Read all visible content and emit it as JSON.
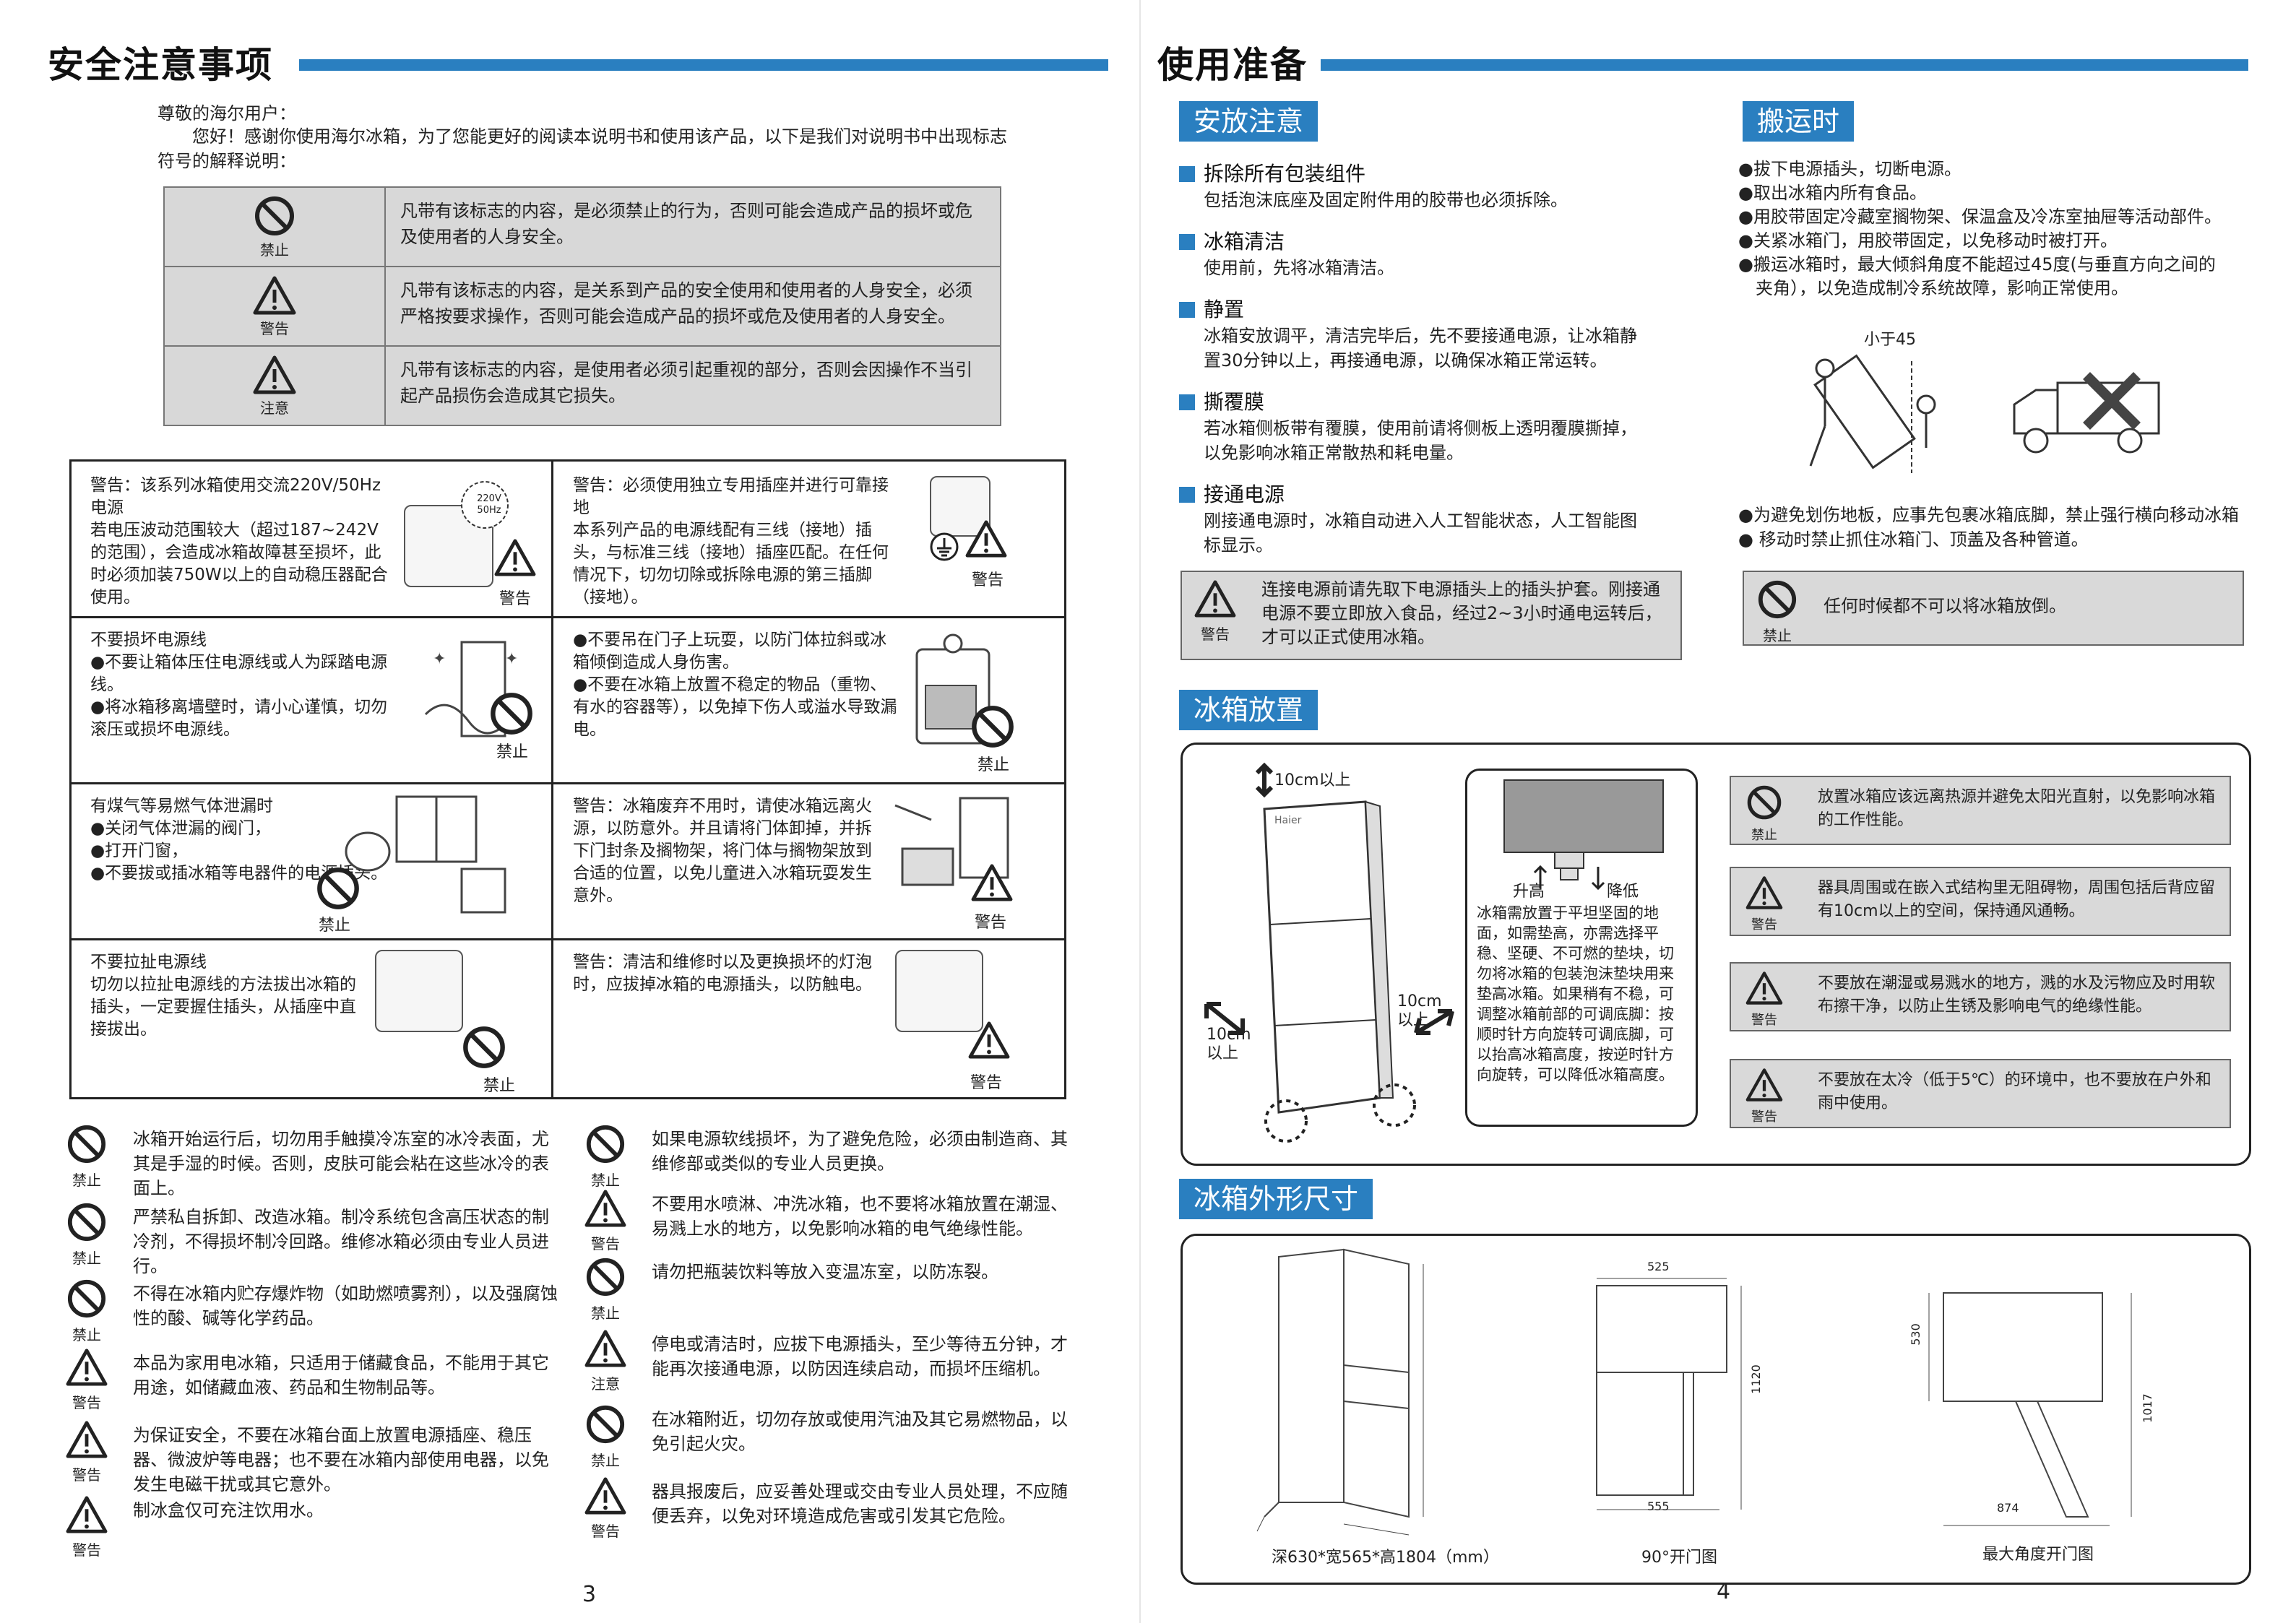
{
  "left": {
    "title": "安全注意事项",
    "greeting": "尊敬的海尔用户：",
    "intro": "您好！感谢你使用海尔冰箱，为了您能更好的阅读本说明书和使用该产品，以下是我们对说明书中出现标志符号的解释说明：",
    "legend": [
      {
        "label": "禁止",
        "text": "凡带有该标志的内容，是必须禁止的行为，否则可能会造成产品的损坏或危及使用者的人身安全。"
      },
      {
        "label": "警告",
        "text": "凡带有该标志的内容，是关系到产品的安全使用和使用者的人身安全，必须严格按要求操作，否则可能会造成产品的损坏或危及使用者的人身安全。"
      },
      {
        "label": "注意",
        "text": "凡带有该标志的内容，是使用者必须引起重视的部分，否则会因操作不当引起产品损伤会造成其它损失。"
      }
    ],
    "grid": [
      {
        "text": "警告：该系列冰箱使用交流220V/50Hz电源\n若电压波动范围较大（超过187~242V的范围），会造成冰箱故障甚至损坏，此时必须加装750W以上的自动稳压器配合使用。",
        "label": "警告",
        "plug": "220V 50Hz"
      },
      {
        "text": "警告：必须使用独立专用插座并进行可靠接地\n本系列产品的电源线配有三线（接地）插头，与标准三线（接地）插座匹配。在任何情况下，切勿切除或拆除电源的第三插脚（接地）。",
        "label": "警告"
      },
      {
        "text": "不要损坏电源线\n●不要让箱体压住电源线或人为踩踏电源线。\n●将冰箱移离墙壁时，请小心谨慎，切勿滚压或损坏电源线。",
        "label": "禁止"
      },
      {
        "text": "●不要吊在门子上玩耍，以防门体拉斜或冰箱倾倒造成人身伤害。\n●不要在冰箱上放置不稳定的物品（重物、有水的容器等），以免掉下伤人或溢水导致漏电。",
        "label": "禁止"
      },
      {
        "text": "有煤气等易燃气体泄漏时\n●关闭气体泄漏的阀门，\n●打开门窗，\n●不要拔或插冰箱等电器件的电源插头。",
        "label": "禁止"
      },
      {
        "text": "警告：冰箱废弃不用时，请使冰箱远离火源，以防意外。并且请将门体卸掉，并拆下门封条及搁物架，将门体与搁物架放到合适的位置，以免儿童进入冰箱玩耍发生意外。",
        "label": "警告"
      },
      {
        "text": "不要拉扯电源线\n切勿以拉扯电源线的方法拔出冰箱的插头，一定要握住插头，从插座中直接拔出。",
        "label": "禁止"
      },
      {
        "text": "警告：清洁和维修时以及更换损坏的灯泡时，应拔掉冰箱的电源插头，以防触电。",
        "label": "警告"
      }
    ],
    "bullets_left": [
      {
        "label": "禁止",
        "kind": "ban",
        "text": "冰箱开始运行后，切勿用手触摸冷冻室的冰冷表面，尤其是手湿的时候。否则，皮肤可能会粘在这些冰冷的表面上。"
      },
      {
        "label": "禁止",
        "kind": "ban",
        "text": "严禁私自拆卸、改造冰箱。制冷系统包含高压状态的制冷剂，不得损坏制冷回路。维修冰箱必须由专业人员进行。"
      },
      {
        "label": "禁止",
        "kind": "ban",
        "text": "不得在冰箱内贮存爆炸物（如助燃喷雾剂），以及强腐蚀性的酸、碱等化学药品。"
      },
      {
        "label": "警告",
        "kind": "warn",
        "text": "本品为家用电冰箱，只适用于储藏食品，不能用于其它用途，如储藏血液、药品和生物制品等。"
      },
      {
        "label": "警告",
        "kind": "warn",
        "text": "为保证安全，不要在冰箱台面上放置电源插座、稳压器、微波炉等电器；也不要在冰箱内部使用电器，以免发生电磁干扰或其它意外。"
      },
      {
        "label": "警告",
        "kind": "warn",
        "text": "制冰盒仅可充注饮用水。"
      }
    ],
    "bullets_right": [
      {
        "label": "禁止",
        "kind": "ban",
        "text": "如果电源软线损坏，为了避免危险，必须由制造商、其维修部或类似的专业人员更换。"
      },
      {
        "label": "警告",
        "kind": "warn",
        "text": "不要用水喷淋、冲洗冰箱，也不要将冰箱放置在潮湿、易溅上水的地方，以免影响冰箱的电气绝缘性能。"
      },
      {
        "label": "禁止",
        "kind": "ban",
        "text": "请勿把瓶装饮料等放入变温冻室，以防冻裂。"
      },
      {
        "label": "注意",
        "kind": "warn",
        "text": "停电或清洁时，应拔下电源插头，至少等待五分钟，才能再次接通电源，以防因连续启动，而损坏压缩机。"
      },
      {
        "label": "禁止",
        "kind": "ban",
        "text": "在冰箱附近，切勿存放或使用汽油及其它易燃物品，以免引起火灾。"
      },
      {
        "label": "警告",
        "kind": "warn",
        "text": "器具报废后，应妥善处理或交由专业人员处理，不应随便丢弃，以免对环境造成危害或引发其它危险。"
      }
    ],
    "page_no": "3"
  },
  "right": {
    "title": "使用准备",
    "sec_install": "安放注意",
    "install_items": [
      {
        "head": "拆除所有包装组件",
        "body": "包括泡沫底座及固定附件用的胶带也必须拆除。"
      },
      {
        "head": "冰箱清洁",
        "body": "使用前，先将冰箱清洁。"
      },
      {
        "head": "静置",
        "body": "冰箱安放调平，清洁完毕后，先不要接通电源，让冰箱静置30分钟以上，再接通电源，以确保冰箱正常运转。"
      },
      {
        "head": "撕覆膜",
        "body": "若冰箱侧板带有覆膜，使用前请将侧板上透明覆膜撕掉，以免影响冰箱正常散热和耗电量。"
      },
      {
        "head": "接通电源",
        "body": "刚接通电源时，冰箱自动进入人工智能状态，人工智能图标显示。"
      }
    ],
    "install_warn": {
      "label": "警告",
      "text": "连接电源前请先取下电源插头上的插头护套。刚接通电源不要立即放入食品，经过2~3小时通电运转后，才可以正式使用冰箱。"
    },
    "sec_move": "搬运时",
    "move_items": [
      "●拔下电源插头，切断电源。",
      "●取出冰箱内所有食品。",
      "●用胶带固定冷藏室搁物架、保温盒及冷冻室抽屉等活动部件。",
      "●关紧冰箱门，用胶带固定，以免移动时被打开。",
      "●搬运冰箱时，最大倾斜角度不能超过45度(与垂直方向之间的夹角），以免造成制冷系统故障，影响正常使用。"
    ],
    "tilt_label": "小于45",
    "move_items2": [
      "●为避免划伤地板，应事先包裹冰箱底脚，禁止强行横向移动冰箱",
      "● 移动时禁止抓住冰箱门、顶盖及各种管道。"
    ],
    "move_ban": {
      "label": "禁止",
      "text": "任何时候都不可以将冰箱放倒。"
    },
    "sec_place": "冰箱放置",
    "place_top": "10cm以上",
    "place_right": "10cm\n以上",
    "place_left": "10cm\n以上",
    "brand": "Haier",
    "foot_up": "升高",
    "foot_down": "降低",
    "foot_text": "冰箱需放置于平坦坚固的地面，如需垫高，亦需选择平稳、坚硬、不可燃的垫块，切勿将冰箱的包装泡沫垫块用来垫高冰箱。如果稍有不稳，可调整冰箱前部的可调底脚：按顺时针方向旋转可调底脚，可以抬高冰箱高度，按逆时针方向旋转，可以降低冰箱高度。",
    "place_boxes": [
      {
        "label": "禁止",
        "kind": "ban",
        "text": "放置冰箱应该远离热源并避免太阳光直射，以免影响冰箱的工作性能。"
      },
      {
        "label": "警告",
        "kind": "warn",
        "text": "器具周围或在嵌入式结构里无阻碍物，周围包括后背应留有10cm以上的空间，保持通风通畅。"
      },
      {
        "label": "警告",
        "kind": "warn",
        "text": "不要放在潮湿或易溅水的地方，溅的水及污物应及时用软布擦干净，以防止生锈及影响电气的绝缘性能。"
      },
      {
        "label": "警告",
        "kind": "warn",
        "text": "不要放在太冷（低于5℃）的环境中，也不要放在户外和雨中使用。"
      }
    ],
    "sec_dim": "冰箱外形尺寸",
    "dim_caption1": "深630*宽565*高1804（mm）",
    "dim_caption2": "90°开门图",
    "dim_caption3": "最大角度开门图",
    "dim_vals": {
      "d525": "525",
      "d555": "555",
      "d1120": "1120",
      "d530": "530",
      "d1017": "1017",
      "d874": "874"
    },
    "page_no": "4"
  }
}
